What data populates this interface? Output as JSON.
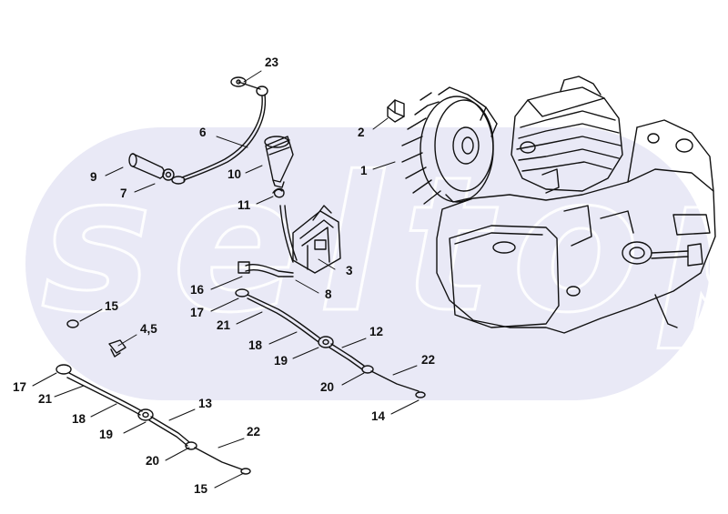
{
  "watermark": {
    "text": "seltop"
  },
  "callouts": {
    "c23": "23",
    "c6": "6",
    "c2": "2",
    "c1": "1",
    "c9": "9",
    "c7": "7",
    "c10": "10",
    "c11": "11",
    "c3": "3",
    "c8": "8",
    "c16": "16",
    "c17a": "17",
    "c21a": "21",
    "c18a": "18",
    "c12": "12",
    "c19a": "19",
    "c22a": "22",
    "c20a": "20",
    "c14": "14",
    "c15a": "15",
    "c45": "4,5",
    "c17b": "17",
    "c21b": "21",
    "c18b": "18",
    "c13": "13",
    "c19b": "19",
    "c22b": "22",
    "c20b": "20",
    "c15b": "15"
  }
}
